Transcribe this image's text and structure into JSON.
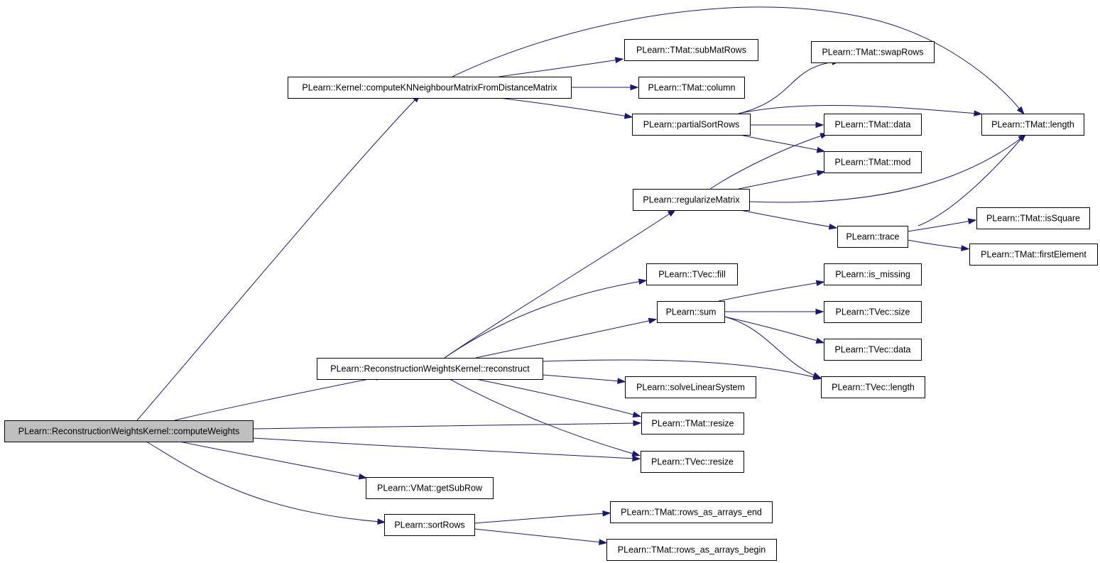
{
  "colors": {
    "edge": "#191970",
    "root_fill": "#bfbfbf",
    "node_fill": "#ffffff",
    "border": "#000000"
  },
  "nodes": [
    {
      "id": "computeWeights",
      "label": "PLearn::ReconstructionWeightsKernel::computeWeights",
      "root": true
    },
    {
      "id": "computeKNN",
      "label": "PLearn::Kernel::computeKNNeighbourMatrixFromDistanceMatrix"
    },
    {
      "id": "reconstruct",
      "label": "PLearn::ReconstructionWeightsKernel::reconstruct"
    },
    {
      "id": "vmatGetSubRow",
      "label": "PLearn::VMat::getSubRow"
    },
    {
      "id": "sortRows",
      "label": "PLearn::sortRows"
    },
    {
      "id": "tmatSubMatRows",
      "label": "PLearn::TMat::subMatRows"
    },
    {
      "id": "tmatColumn",
      "label": "PLearn::TMat::column"
    },
    {
      "id": "partialSortRows",
      "label": "PLearn::partialSortRows"
    },
    {
      "id": "regularizeMatrix",
      "label": "PLearn::regularizeMatrix"
    },
    {
      "id": "tvecFill",
      "label": "PLearn::TVec::fill"
    },
    {
      "id": "sum",
      "label": "PLearn::sum"
    },
    {
      "id": "solveLinearSystem",
      "label": "PLearn::solveLinearSystem"
    },
    {
      "id": "tmatResize",
      "label": "PLearn::TMat::resize"
    },
    {
      "id": "tvecResize",
      "label": "PLearn::TVec::resize"
    },
    {
      "id": "rowsEnd",
      "label": "PLearn::TMat::rows_as_arrays_end"
    },
    {
      "id": "rowsBegin",
      "label": "PLearn::TMat::rows_as_arrays_begin"
    },
    {
      "id": "tmatSwapRows",
      "label": "PLearn::TMat::swapRows"
    },
    {
      "id": "tmatData",
      "label": "PLearn::TMat::data"
    },
    {
      "id": "tmatMod",
      "label": "PLearn::TMat::mod"
    },
    {
      "id": "trace",
      "label": "PLearn::trace"
    },
    {
      "id": "isMissing",
      "label": "PLearn::is_missing"
    },
    {
      "id": "tvecSize",
      "label": "PLearn::TVec::size"
    },
    {
      "id": "tvecData",
      "label": "PLearn::TVec::data"
    },
    {
      "id": "tvecLength",
      "label": "PLearn::TVec::length"
    },
    {
      "id": "tmatLength",
      "label": "PLearn::TMat::length"
    },
    {
      "id": "tmatIsSquare",
      "label": "PLearn::TMat::isSquare"
    },
    {
      "id": "tmatFirstElement",
      "label": "PLearn::TMat::firstElement"
    }
  ],
  "edges": [
    {
      "from": "computeWeights",
      "to": "computeKNN"
    },
    {
      "from": "computeWeights",
      "to": "reconstruct"
    },
    {
      "from": "computeWeights",
      "to": "tmatResize"
    },
    {
      "from": "computeWeights",
      "to": "tvecResize"
    },
    {
      "from": "computeWeights",
      "to": "vmatGetSubRow"
    },
    {
      "from": "computeWeights",
      "to": "sortRows"
    },
    {
      "from": "computeKNN",
      "to": "tmatLength"
    },
    {
      "from": "computeKNN",
      "to": "tmatSubMatRows"
    },
    {
      "from": "computeKNN",
      "to": "tmatColumn"
    },
    {
      "from": "computeKNN",
      "to": "partialSortRows"
    },
    {
      "from": "partialSortRows",
      "to": "tmatSwapRows"
    },
    {
      "from": "partialSortRows",
      "to": "tmatLength"
    },
    {
      "from": "partialSortRows",
      "to": "tmatData"
    },
    {
      "from": "partialSortRows",
      "to": "tmatMod"
    },
    {
      "from": "regularizeMatrix",
      "to": "tmatData"
    },
    {
      "from": "regularizeMatrix",
      "to": "tmatMod"
    },
    {
      "from": "regularizeMatrix",
      "to": "tmatLength"
    },
    {
      "from": "regularizeMatrix",
      "to": "trace"
    },
    {
      "from": "trace",
      "to": "tmatLength"
    },
    {
      "from": "trace",
      "to": "tmatIsSquare"
    },
    {
      "from": "trace",
      "to": "tmatFirstElement"
    },
    {
      "from": "reconstruct",
      "to": "regularizeMatrix"
    },
    {
      "from": "reconstruct",
      "to": "tvecFill"
    },
    {
      "from": "reconstruct",
      "to": "sum"
    },
    {
      "from": "reconstruct",
      "to": "tvecLength"
    },
    {
      "from": "reconstruct",
      "to": "solveLinearSystem"
    },
    {
      "from": "reconstruct",
      "to": "tmatResize"
    },
    {
      "from": "reconstruct",
      "to": "tvecResize"
    },
    {
      "from": "sum",
      "to": "isMissing"
    },
    {
      "from": "sum",
      "to": "tvecSize"
    },
    {
      "from": "sum",
      "to": "tvecData"
    },
    {
      "from": "sum",
      "to": "tvecLength"
    },
    {
      "from": "sortRows",
      "to": "rowsEnd"
    },
    {
      "from": "sortRows",
      "to": "rowsBegin"
    }
  ]
}
